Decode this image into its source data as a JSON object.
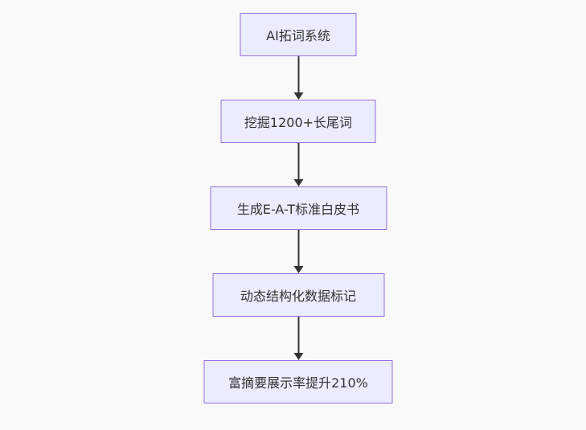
{
  "diagram": {
    "type": "flowchart",
    "direction": "top-down",
    "nodes": [
      {
        "id": "n1",
        "label": "AI拓词系统"
      },
      {
        "id": "n2",
        "label": "挖掘1200+长尾词"
      },
      {
        "id": "n3",
        "label": "生成E-A-T标准白皮书"
      },
      {
        "id": "n4",
        "label": "动态结构化数据标记"
      },
      {
        "id": "n5",
        "label": "富摘要展示率提升210%"
      }
    ],
    "edges": [
      {
        "from": "n1",
        "to": "n2"
      },
      {
        "from": "n2",
        "to": "n3"
      },
      {
        "from": "n3",
        "to": "n4"
      },
      {
        "from": "n4",
        "to": "n5"
      }
    ]
  },
  "colors": {
    "canvas-bg": "#f9f9f9",
    "node-fill": "#ececff",
    "node-border": "#9370db",
    "node-text": "#333333",
    "edge": "#333333"
  }
}
